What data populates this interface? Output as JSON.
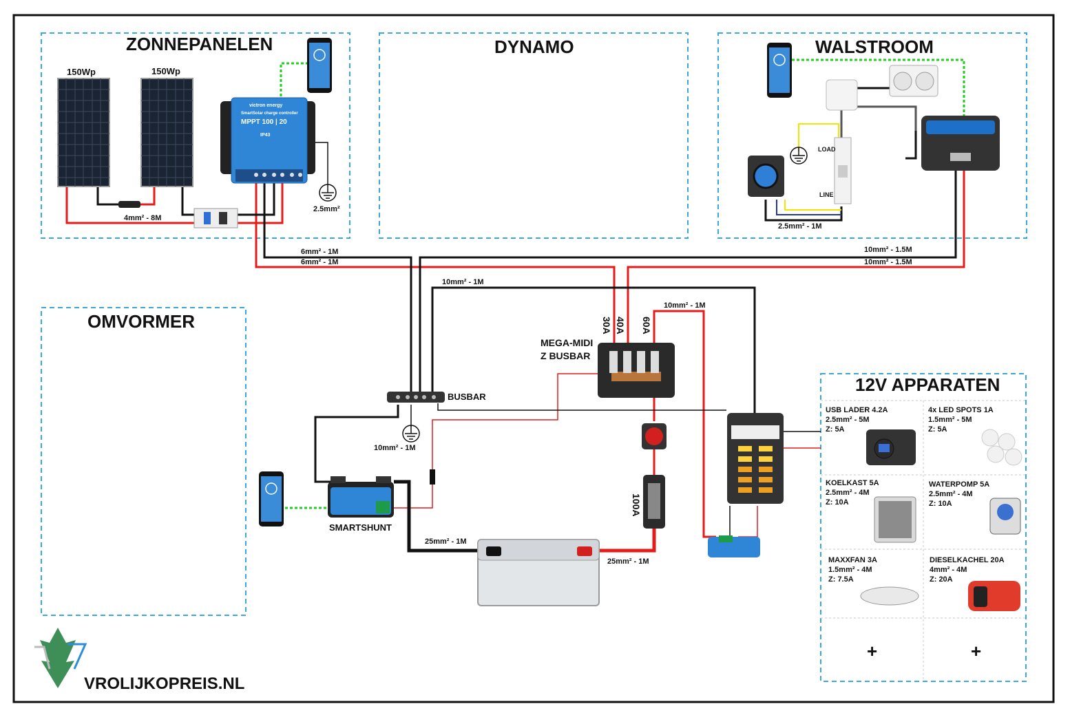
{
  "sections": {
    "zonnepanelen": "ZONNEPANELEN",
    "dynamo": "DYNAMO",
    "walstroom": "WALSTROOM",
    "omvormer": "OMVORMER",
    "apparaten": "12V APPARATEN"
  },
  "solar": {
    "panel1": "150Wp",
    "panel2": "150Wp",
    "controller_brand": "victron energy",
    "controller_sub": "SmartSolar charge controller",
    "controller_model": "MPPT 100 | 20",
    "controller_ip": "IP43",
    "cable_panels": "4mm² - 8M",
    "cable_ground": "2.5mm²"
  },
  "walstroom": {
    "load": "LOAD",
    "line": "LINE",
    "cable": "2.5mm² - 1M",
    "cable_out1": "10mm² - 1.5M",
    "cable_out2": "10mm² - 1.5M"
  },
  "wiring": {
    "mppt_cable1": "6mm² - 1M",
    "mppt_cable2": "6mm² - 1M",
    "busbar_neg": "10mm² - 1M",
    "fuse_to_victron": "10mm² - 1M",
    "busbar": "BUSBAR",
    "busbar_ground": "10mm² - 1M",
    "mega_midi_1": "MEGA-MIDI",
    "mega_midi_2": "Z BUSBAR",
    "fuse_30": "30A",
    "fuse_40": "40A",
    "fuse_60": "60A",
    "fuse_100": "100A",
    "smartshunt": "SMARTSHUNT",
    "battery_neg": "25mm² - 1M",
    "battery_pos": "25mm² - 1M"
  },
  "appliances": [
    {
      "name": "USB LADER 4.2A",
      "cable": "2.5mm² - 5M",
      "fuse": "Z: 5A"
    },
    {
      "name": "4x LED SPOTS 1A",
      "cable": "1.5mm² - 5M",
      "fuse": "Z: 5A"
    },
    {
      "name": "KOELKAST 5A",
      "cable": "2.5mm² - 4M",
      "fuse": "Z: 10A"
    },
    {
      "name": "WATERPOMP 5A",
      "cable": "2.5mm² - 4M",
      "fuse": "Z: 10A"
    },
    {
      "name": "MAXXFAN 3A",
      "cable": "1.5mm² - 4M",
      "fuse": "Z: 7.5A"
    },
    {
      "name": "DIESELKACHEL 20A",
      "cable": "4mm² - 4M",
      "fuse": "Z: 20A"
    },
    {
      "name": "+"
    },
    {
      "name": "+"
    }
  ],
  "footer": {
    "brand": "VROLIJKOPREIS.NL"
  },
  "colors": {
    "positive": "#e31b1b",
    "negative": "#111111",
    "earth": "#f2e500",
    "neutral": "#2233aa",
    "bluetooth": "#22cc22",
    "section_border": "#3aa8d8",
    "victron_blue": "#2f86d6"
  }
}
